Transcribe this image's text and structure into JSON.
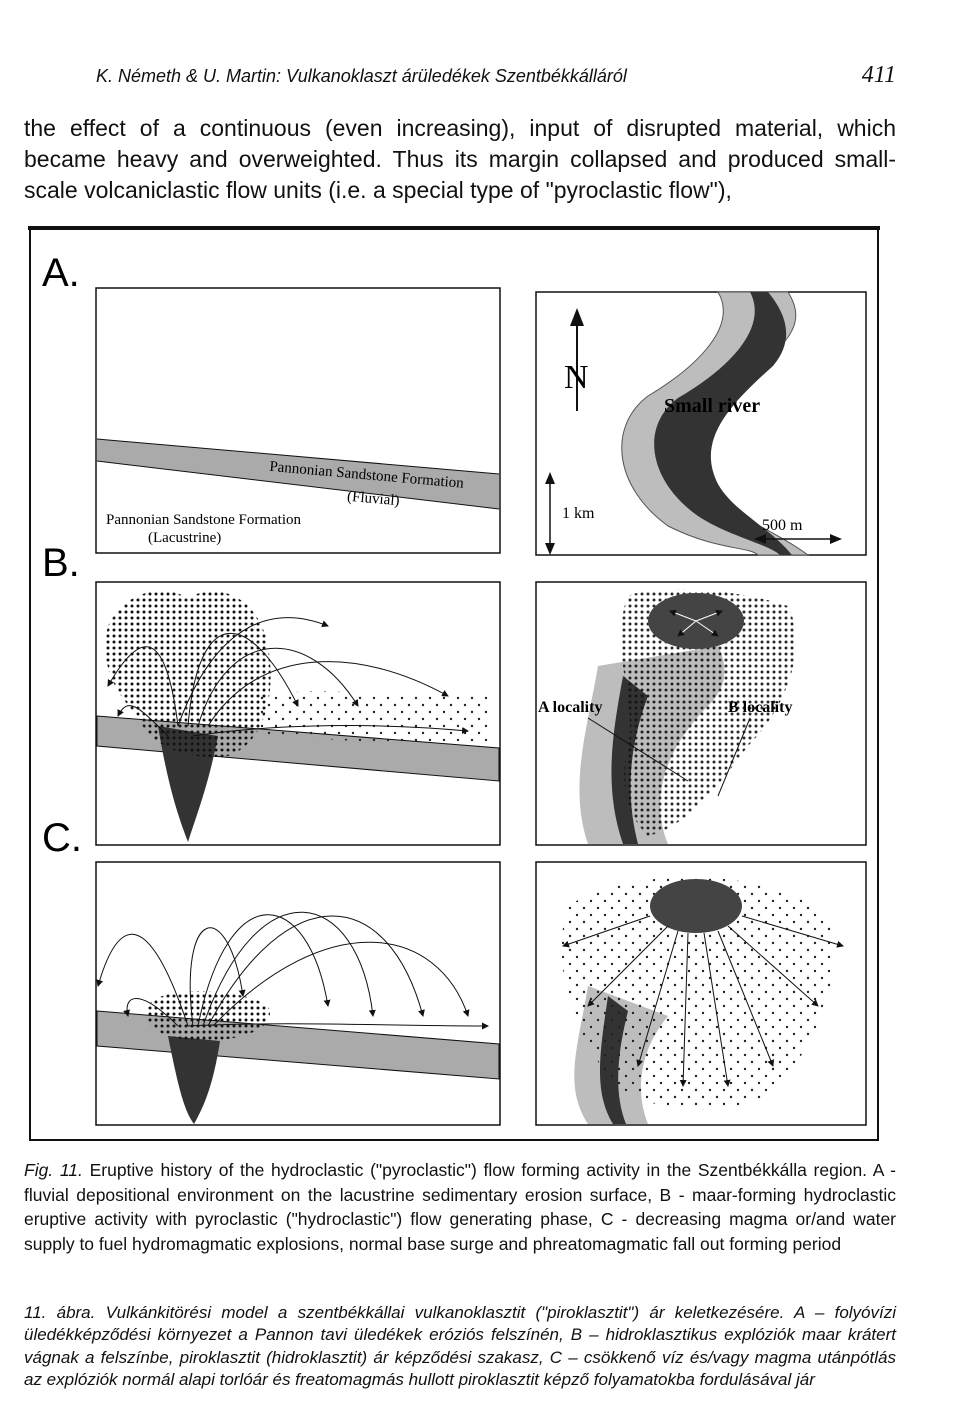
{
  "header": {
    "running_head": "K. Németh & U. Martin: Vulkanoklaszt árüledékek Szentbékkálláról",
    "page_number": "411"
  },
  "intro_text": "the effect of a continuous (even increasing), input of disrupted material, which became heavy and overweighted. Thus its margin collapsed and produced small-scale volcaniclastic flow units (i.e. a special type of \"pyroclastic flow\"),",
  "figure": {
    "panel_labels": [
      "A.",
      "B.",
      "C."
    ],
    "labels": {
      "fluvial": "Pannonian Sandstone Formation (Fluvial)",
      "fluvial_line1": "Pannonian Sandstone Formation",
      "fluvial_line2": "(Fluvial)",
      "lacustrine_line1": "Pannonian Sandstone Formation",
      "lacustrine_line2": "(Lacustrine)",
      "north": "N",
      "small_river": "Small river",
      "scale_vertical": "1 km",
      "scale_horizontal": "500 m",
      "a_locality": "A locality",
      "b_locality": "B locality"
    }
  },
  "caption_en": {
    "label": "Fig. 11.",
    "text": "Eruptive history of the hydroclastic (\"pyroclastic\") flow forming activity in the Szentbékkálla region. A - fluvial depositional environment on the lacustrine sedimentary erosion surface, B - maar-forming hydroclastic eruptive activity with pyroclastic (\"hydroclastic\") flow generating phase, C - decreasing magma or/and water supply to fuel hydromagmatic explosions, normal base surge and phreatomagmatic fall out forming period"
  },
  "caption_hu": {
    "label": "11. ábra.",
    "text": "Vulkánkitörési model a szentbékkállai vulkanoklasztit (\"piroklasztit\") ár keletkezésére. A – folyóvízi üledékképződési környezet a Pannon tavi üledékek eróziós felszínén, B – hidroklasztikus explóziók maar krátert vágnak a felszínbe, piroklasztit (hidroklasztit) ár képződési szakasz, C – csökkenő víz és/vagy magma utánpótlás az explóziók normál alapi torlóár és freatomagmás hullott piroklasztit képző folyamatokba fordulásával jár"
  }
}
